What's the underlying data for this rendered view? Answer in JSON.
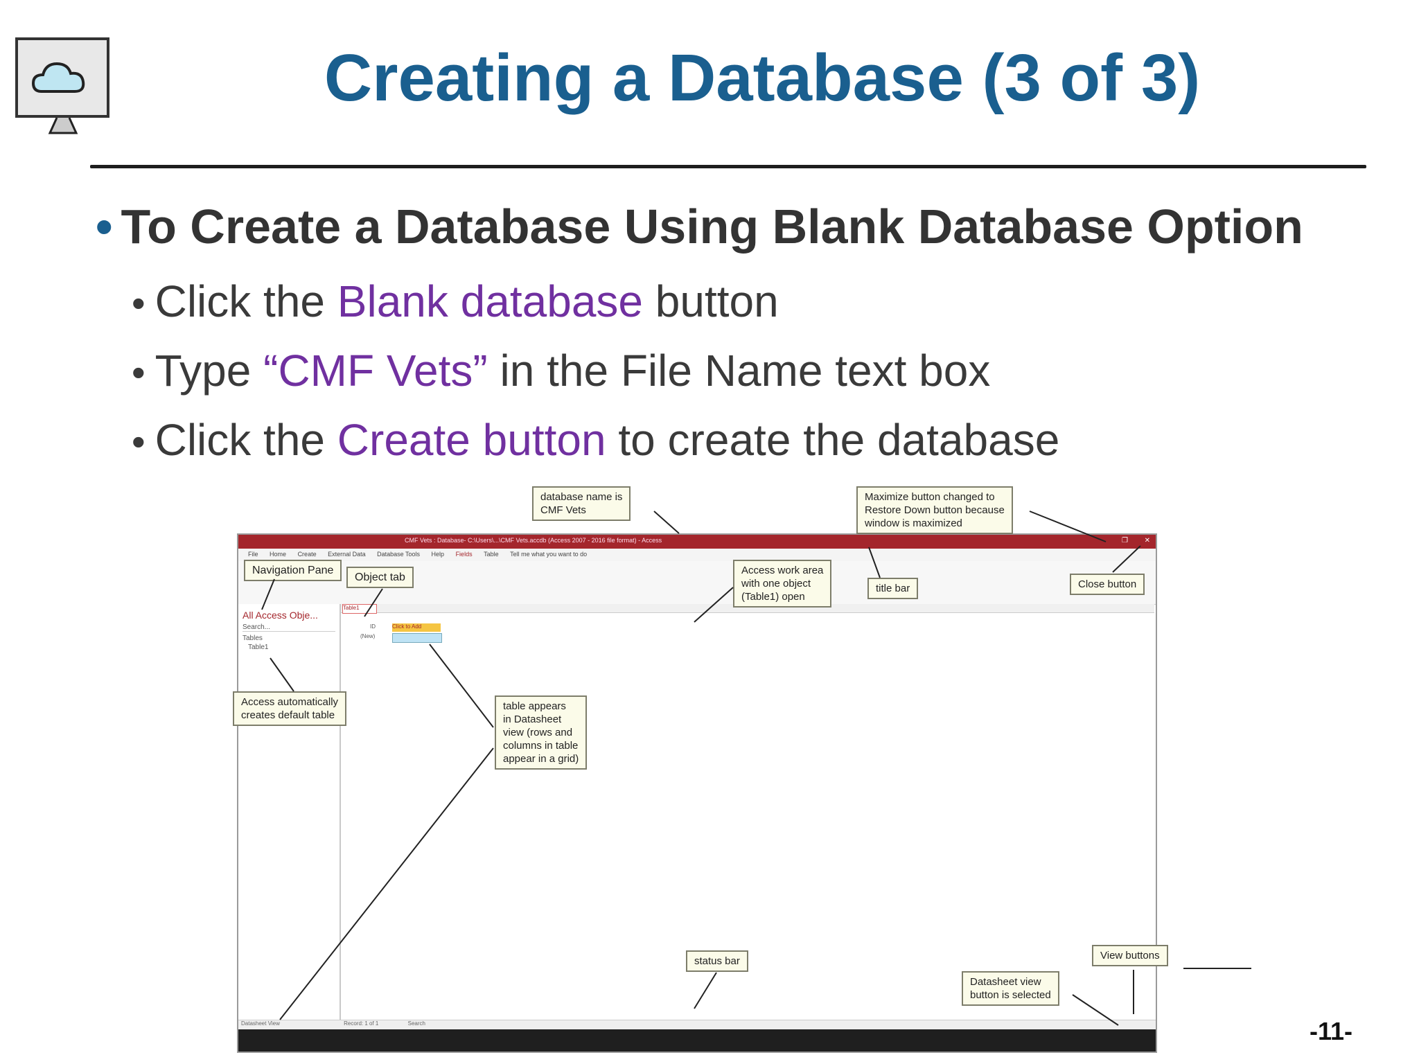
{
  "slide": {
    "title": "Creating a Database (3 of 3)",
    "page_number": "-11-"
  },
  "bullets": {
    "main": "To Create a Database Using Blank Database Option",
    "items": [
      {
        "pre": "Click the ",
        "hl": "Blank database",
        "post": " button"
      },
      {
        "pre": "Type ",
        "hl": "“CMF Vets”",
        "post": " in the File Name text box"
      },
      {
        "pre": "Click the ",
        "hl": "Create button",
        "post": " to create the database"
      }
    ]
  },
  "screenshot": {
    "window_title": "CMF Vets : Database- C:\\Users\\...\\CMF Vets.accdb (Access 2007 - 2016 file format) - Access",
    "menu": [
      "File",
      "Home",
      "Create",
      "External Data",
      "Database Tools",
      "Help",
      "Fields",
      "Table",
      "Tell me what you want to do"
    ],
    "nav_header": "All Access Obje...",
    "nav_search": "Search...",
    "nav_group": "Tables",
    "nav_item": "Table1",
    "tab_label": "Table1",
    "col_id": "ID",
    "col_add": "Click to Add",
    "new_row": "(New)",
    "status_left": "Datasheet View",
    "record_nav": "Record: 1 of 1",
    "search_label": "Search"
  },
  "callouts": {
    "database_name": [
      "database name is",
      "CMF Vets"
    ],
    "maximize": [
      "Maximize button changed to",
      "Restore Down button because",
      "window is maximized"
    ],
    "navigation_pane": [
      "Navigation Pane"
    ],
    "object_tab": [
      "Object tab"
    ],
    "work_area": [
      "Access work area",
      "with one object",
      "(Table1) open"
    ],
    "title_bar": [
      "title bar"
    ],
    "close_button": [
      "Close button"
    ],
    "default_table": [
      "Access automatically",
      "creates default table"
    ],
    "datasheet": [
      "table appears",
      "in Datasheet",
      "view (rows and",
      "columns in table",
      "appear in a grid)"
    ],
    "status_bar": [
      "status bar"
    ],
    "view_buttons": [
      "View buttons"
    ],
    "datasheet_selected": [
      "Datasheet view",
      "button is selected"
    ]
  }
}
